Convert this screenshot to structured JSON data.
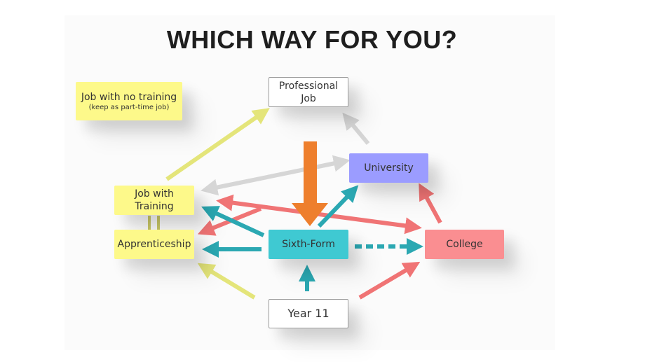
{
  "title": "WHICH WAY FOR YOU?",
  "nodes": {
    "job_no_training": {
      "label": "Job with no training",
      "sublabel": "(keep as part-time job)"
    },
    "professional_job": {
      "label_line1": "Professional",
      "label_line2": "Job"
    },
    "university": {
      "label": "University"
    },
    "job_with_training": {
      "label_line1": "Job with",
      "label_line2": "Training"
    },
    "apprenticeship": {
      "label": "Apprenticeship"
    },
    "sixth_form": {
      "label": "Sixth-Form"
    },
    "college": {
      "label": "College"
    },
    "year_11": {
      "label": "Year 11"
    }
  },
  "colors": {
    "yellow": "#fdf98a",
    "blue": "#9b9cff",
    "teal": "#3fc9d2",
    "pink": "#fa8e91",
    "orange": "#ee7f2d",
    "arrow_yellow": "#e4e57a",
    "arrow_red": "#f07475",
    "arrow_teal": "#2ba8b2",
    "arrow_gray": "#d6d6d6"
  }
}
